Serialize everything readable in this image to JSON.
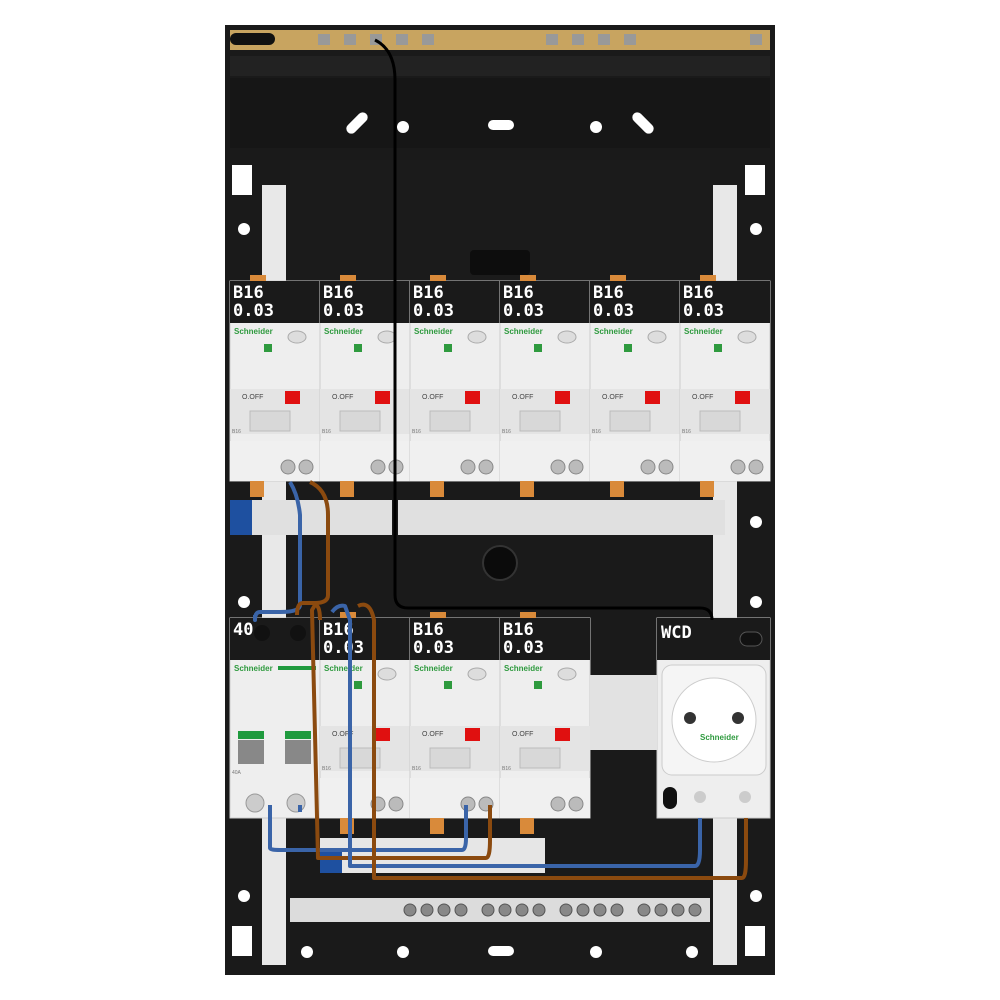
{
  "row1": {
    "breakers": [
      {
        "line1": "B16",
        "line2": "0.03",
        "brand": "Schneider",
        "off_text": "O.OFF",
        "rating": "B16"
      },
      {
        "line1": "B16",
        "line2": "0.03",
        "brand": "Schneider",
        "off_text": "O.OFF",
        "rating": "B16"
      },
      {
        "line1": "B16",
        "line2": "0.03",
        "brand": "Schneider",
        "off_text": "O.OFF",
        "rating": "B16"
      },
      {
        "line1": "B16",
        "line2": "0.03",
        "brand": "Schneider",
        "off_text": "O.OFF",
        "rating": "B16"
      },
      {
        "line1": "B16",
        "line2": "0.03",
        "brand": "Schneider",
        "off_text": "O.OFF",
        "rating": "B16"
      },
      {
        "line1": "B16",
        "line2": "0.03",
        "brand": "Schneider",
        "off_text": "O.OFF",
        "rating": "B16"
      }
    ]
  },
  "row2": {
    "isolator": {
      "label": "40",
      "brand": "Schneider",
      "rating": "40A"
    },
    "breakers": [
      {
        "line1": "B16",
        "line2": "0.03",
        "brand": "Schneider",
        "off_text": "O.OFF",
        "rating": "B16"
      },
      {
        "line1": "B16",
        "line2": "0.03",
        "brand": "Schneider",
        "off_text": "O.OFF",
        "rating": "B16"
      },
      {
        "line1": "B16",
        "line2": "0.03",
        "brand": "Schneider",
        "off_text": "O.OFF",
        "rating": "B16"
      }
    ],
    "socket": {
      "label": "WCD",
      "brand": "Schneider"
    }
  },
  "colors": {
    "enclosure": "#1a1a1a",
    "module_body": "#eeeeee",
    "busbar_copper": "#d98a3a",
    "wire_brown": "#8b4a0f",
    "wire_blue": "#3a64a8",
    "toggle_red": "#e01010",
    "isolator_green": "#1f9a3e",
    "rail_gold": "#c8a460"
  }
}
